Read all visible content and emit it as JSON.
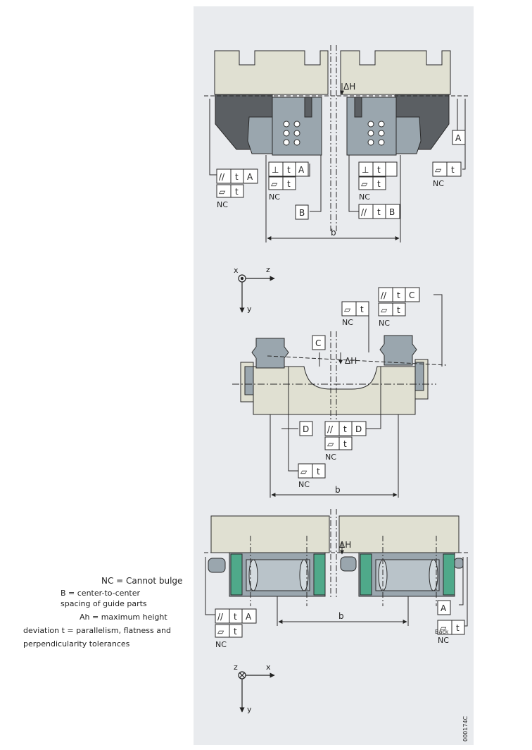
{
  "legend": {
    "line1": "NC = Cannot bulge",
    "line2": "B = center-to-center",
    "line3": "spacing of guide parts",
    "line4": "Ah = maximum height",
    "line5": "deviation t = parallelism, flatness and",
    "line6": "perpendicularity tolerances"
  },
  "symbols": {
    "parallel": "//",
    "perpendicular": "⊥",
    "flatness": "▱",
    "t": "t",
    "nc": "NC",
    "delta_h": "ΔH",
    "b": "b"
  },
  "datums": {
    "a": "A",
    "b": "B",
    "c": "C",
    "d": "D"
  },
  "axes": {
    "x": "x",
    "y": "y",
    "z": "z"
  },
  "stray": {
    "back": "Back"
  },
  "code": "000174C",
  "colors": {
    "panel": "#e9ebee",
    "body": "#e0e0d2",
    "metal": "#9aa6ae",
    "dark": "#5b5f63",
    "green": "#4fa98a",
    "line": "#2a2a2a"
  }
}
